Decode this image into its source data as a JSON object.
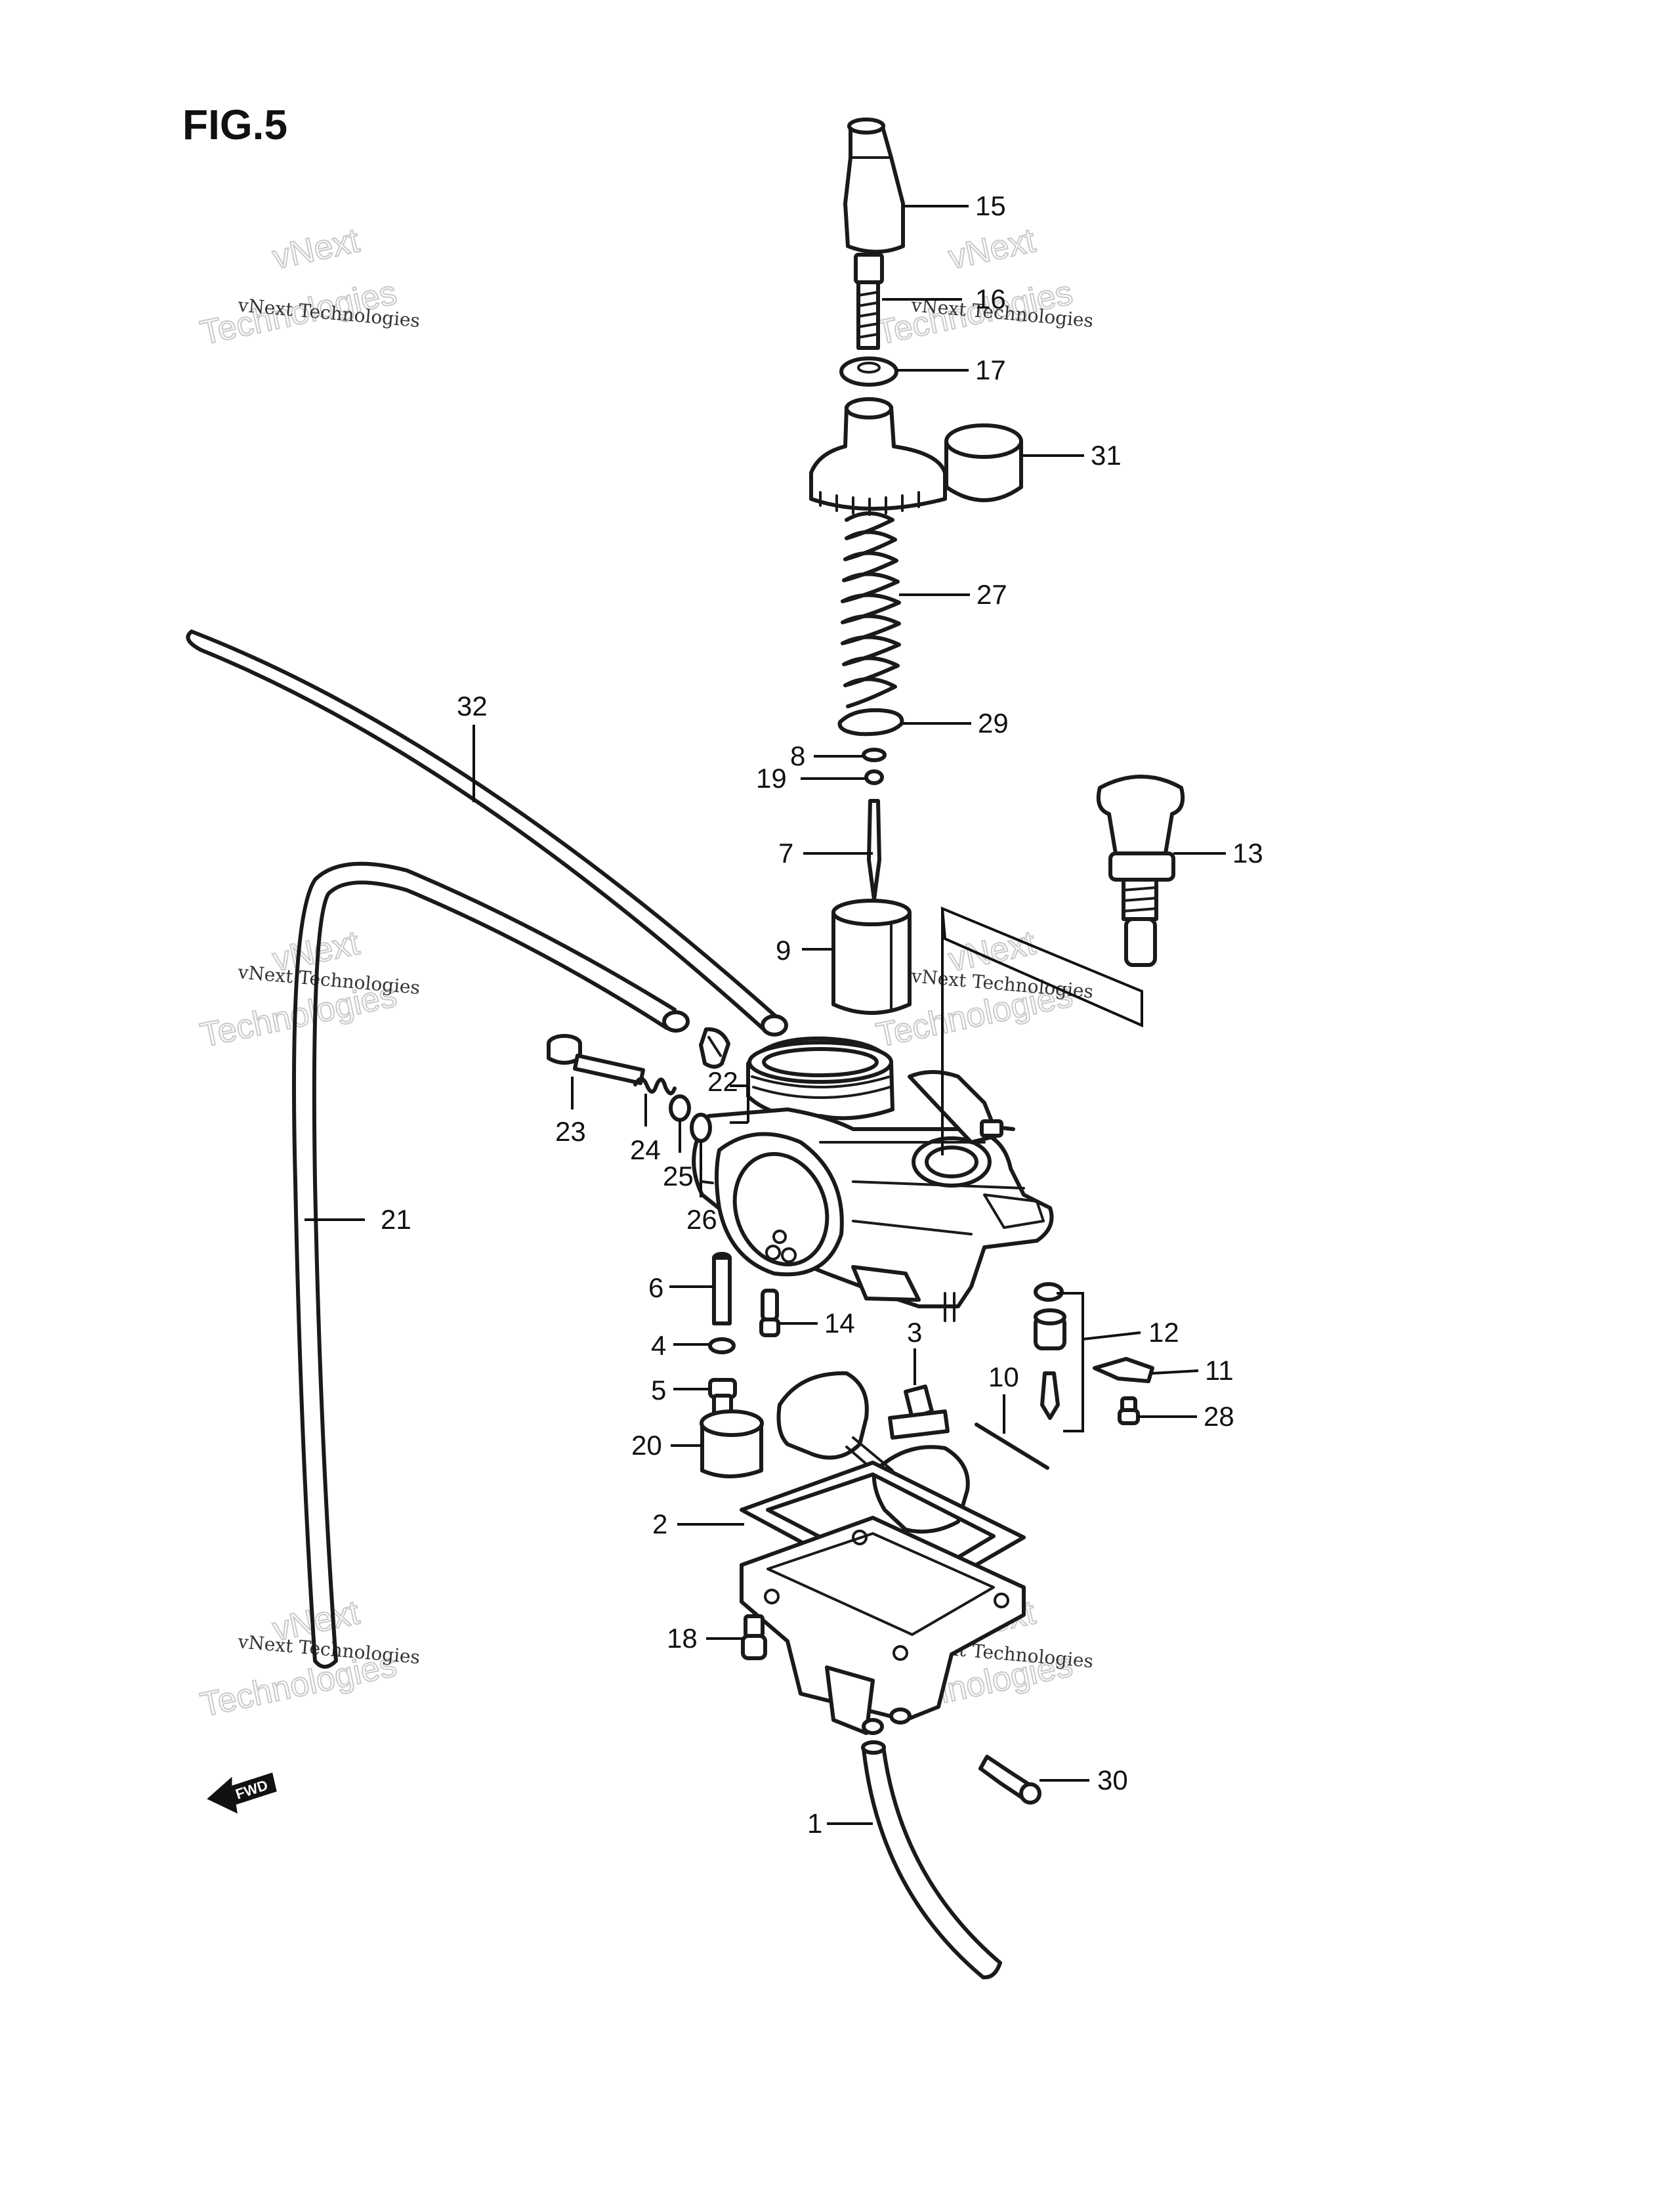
{
  "figure": {
    "title": "FIG.5"
  },
  "callouts": {
    "p1": "1",
    "p2": "2",
    "p3": "3",
    "p4": "4",
    "p5": "5",
    "p6": "6",
    "p7": "7",
    "p8": "8",
    "p9": "9",
    "p10": "10",
    "p11": "11",
    "p12": "12",
    "p13": "13",
    "p14": "14",
    "p15": "15",
    "p16": "16",
    "p17": "17",
    "p18": "18",
    "p19": "19",
    "p20": "20",
    "p21": "21",
    "p22": "22",
    "p23": "23",
    "p24": "24",
    "p25": "25",
    "p26": "26",
    "p27": "27",
    "p28": "28",
    "p29": "29",
    "p30": "30",
    "p31": "31",
    "p32": "32"
  },
  "watermark": {
    "line": "vNext Technologies",
    "word1": "vNext",
    "word2": "Technologies"
  },
  "fwd_badge": "FWD",
  "colors": {
    "ink": "#1a1a1a",
    "paper": "#ffffff",
    "watermark_outline": "#c9c9c9"
  }
}
